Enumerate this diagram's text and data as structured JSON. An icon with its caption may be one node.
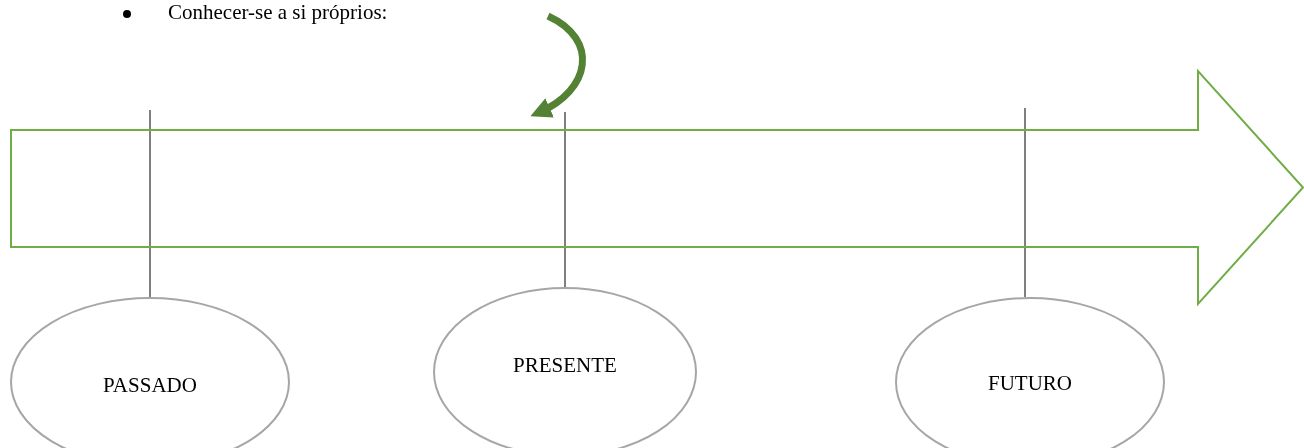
{
  "diagram": {
    "nodes": [
      {
        "text": [],
        "shape": "arrow"
      },
      {
        "text": [
          "PASSADO"
        ]
      },
      {
        "text": [
          "PRESENTE"
        ]
      },
      {
        "text": [
          "FUTURO"
        ]
      }
    ],
    "edges": [
      {
        "from": null,
        "to": 0,
        "arrow": "to",
        "style": "thick",
        "color": "#548235"
      },
      {
        "from": null,
        "to": 1,
        "arrow": "none"
      },
      {
        "from": null,
        "to": 2,
        "arrow": "none"
      },
      {
        "from": null,
        "to": 3,
        "arrow": "none"
      }
    ],
    "labels": [
      "Conhecer-se a si próprios:"
    ]
  }
}
